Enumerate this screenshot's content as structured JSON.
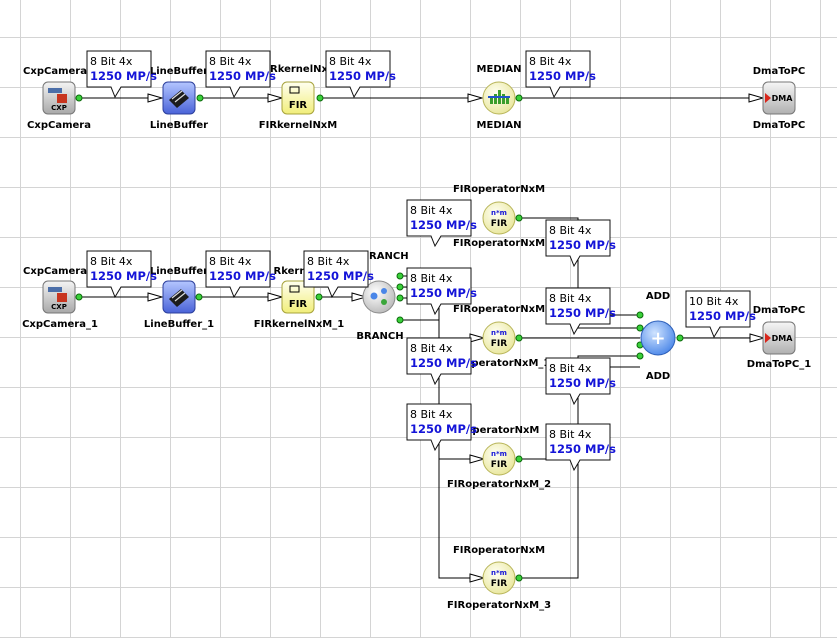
{
  "diagram": {
    "operators": [
      {
        "id": "cxpcamera",
        "type": "camera",
        "icon": "camera-icon",
        "top_label": "CxpCamera",
        "bottom_label": "CxpCamera"
      },
      {
        "id": "linebuffer",
        "type": "linebuffer",
        "icon": "linebuffer-icon",
        "top_label": "LineBuffer",
        "bottom_label": "LineBuffer"
      },
      {
        "id": "firkernel",
        "type": "firkernel",
        "icon": "fir-kernel-icon",
        "top_label": "RkernelNx",
        "bottom_label": "FIRkernelNxM",
        "text": "FIR"
      },
      {
        "id": "median",
        "type": "median",
        "icon": "median-icon",
        "top_label": "MEDIAN",
        "bottom_label": "MEDIAN"
      },
      {
        "id": "dmatopc",
        "type": "dma",
        "icon": "dma-icon",
        "top_label": "DmaToPC",
        "bottom_label": "DmaToPC",
        "text": "DMA"
      },
      {
        "id": "cxpcamera_1",
        "type": "camera",
        "icon": "camera-icon",
        "top_label": "CxpCamera",
        "bottom_label": "CxpCamera_1"
      },
      {
        "id": "linebuffer_1",
        "type": "linebuffer",
        "icon": "linebuffer-icon",
        "top_label": "LineBuffer",
        "bottom_label": "LineBuffer_1"
      },
      {
        "id": "firkernel_1",
        "type": "firkernel",
        "icon": "fir-kernel-icon",
        "top_label": "Rkern",
        "bottom_label": "FIRkernelNxM_1",
        "text": "FIR"
      },
      {
        "id": "branch",
        "type": "branch",
        "icon": "branch-icon",
        "top_label": "BRANCH",
        "bottom_label": "BRANCH"
      },
      {
        "id": "firop_0",
        "type": "firop",
        "icon": "fir-operator-icon",
        "top_label": "FIRoperatorNxM",
        "bottom_label": "FIRoperatorNxM",
        "text": "FIR",
        "sup": "n*m"
      },
      {
        "id": "firop_1",
        "type": "firop",
        "icon": "fir-operator-icon",
        "top_label": "FIRoperatorNxM",
        "bottom_label": "roperatorNxM_1",
        "text": "FIR",
        "sup": "n*m"
      },
      {
        "id": "firop_2",
        "type": "firop",
        "icon": "fir-operator-icon",
        "top_label": "roperatorNxM",
        "bottom_label": "FIRoperatorNxM_2",
        "text": "FIR",
        "sup": "n*m"
      },
      {
        "id": "firop_3",
        "type": "firop",
        "icon": "fir-operator-icon",
        "top_label": "FIRoperatorNxM",
        "bottom_label": "FIRoperatorNxM_3",
        "text": "FIR",
        "sup": "n*m"
      },
      {
        "id": "add",
        "type": "add",
        "icon": "add-icon",
        "top_label": "ADD",
        "bottom_label": "ADD",
        "text": "+"
      },
      {
        "id": "dmatopc_1",
        "type": "dma",
        "icon": "dma-icon",
        "top_label": "DmaToPC",
        "bottom_label": "DmaToPC_1",
        "text": "DMA"
      }
    ],
    "links": [
      {
        "id": "link-cam-lb",
        "format": "8 Bit 4x",
        "rate": "1250 MP/s"
      },
      {
        "id": "link-lb-fir",
        "format": "8 Bit 4x",
        "rate": "1250 MP/s"
      },
      {
        "id": "link-fir-median",
        "format": "8 Bit 4x",
        "rate": "1250 MP/s"
      },
      {
        "id": "link-median-dma",
        "format": "8 Bit 4x",
        "rate": "1250 MP/s"
      },
      {
        "id": "link-cam1-lb1",
        "format": "8 Bit 4x",
        "rate": "1250 MP/s"
      },
      {
        "id": "link-lb1-fir1",
        "format": "8 Bit 4x",
        "rate": "1250 MP/s"
      },
      {
        "id": "link-fir1-branch",
        "format": "8 Bit 4x",
        "rate": "1250 MP/s"
      },
      {
        "id": "link-branch-firop0",
        "format": "8 Bit 4x",
        "rate": "1250 MP/s"
      },
      {
        "id": "link-branch-firop1",
        "format": "8 Bit 4x",
        "rate": "1250 MP/s"
      },
      {
        "id": "link-branch-firop2",
        "format": "8 Bit 4x",
        "rate": "1250 MP/s"
      },
      {
        "id": "link-branch-firop3",
        "format": "8 Bit 4x",
        "rate": "1250 MP/s"
      },
      {
        "id": "link-firop0-add",
        "format": "8 Bit 4x",
        "rate": "1250 MP/s"
      },
      {
        "id": "link-firop1-add",
        "format": "8 Bit 4x",
        "rate": "1250 MP/s"
      },
      {
        "id": "link-firop2-add",
        "format": "8 Bit 4x",
        "rate": "1250 MP/s"
      },
      {
        "id": "link-firop3-add",
        "format": "8 Bit 4x",
        "rate": "1250 MP/s"
      },
      {
        "id": "link-add-dma1",
        "format": "10 Bit 4x",
        "rate": "1250 MP/s"
      }
    ]
  }
}
